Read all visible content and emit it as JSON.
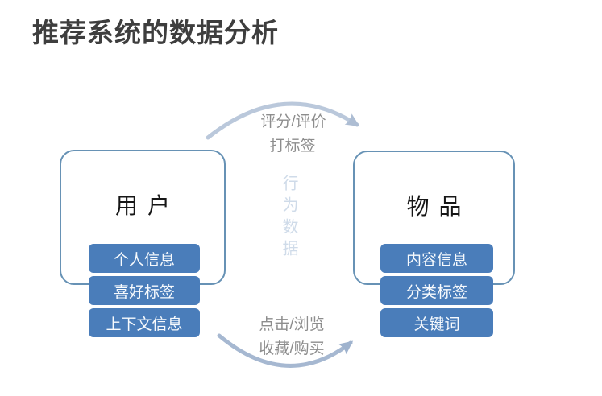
{
  "title": "推荐系统的数据分析",
  "left_box": {
    "label": "用户",
    "buttons": [
      "个人信息",
      "喜好标签",
      "上下文信息"
    ]
  },
  "right_box": {
    "label": "物品",
    "buttons": [
      "内容信息",
      "分类标签",
      "关键词"
    ]
  },
  "top_arrow": {
    "labels": [
      "评分/评价",
      "打标签"
    ]
  },
  "center_label": "行为数据",
  "bottom_arrow": {
    "labels": [
      "点击/浏览",
      "收藏/购买"
    ]
  },
  "colors": {
    "chip_blue": "#4a7dba",
    "box_border": "#6792b5",
    "arc_top": "#bac8db",
    "arc_bottom": "#a6b8d1",
    "text_gray": "#8d8d8d",
    "behavior_label": "#cfdbe9",
    "title": "#3e3e3e"
  }
}
